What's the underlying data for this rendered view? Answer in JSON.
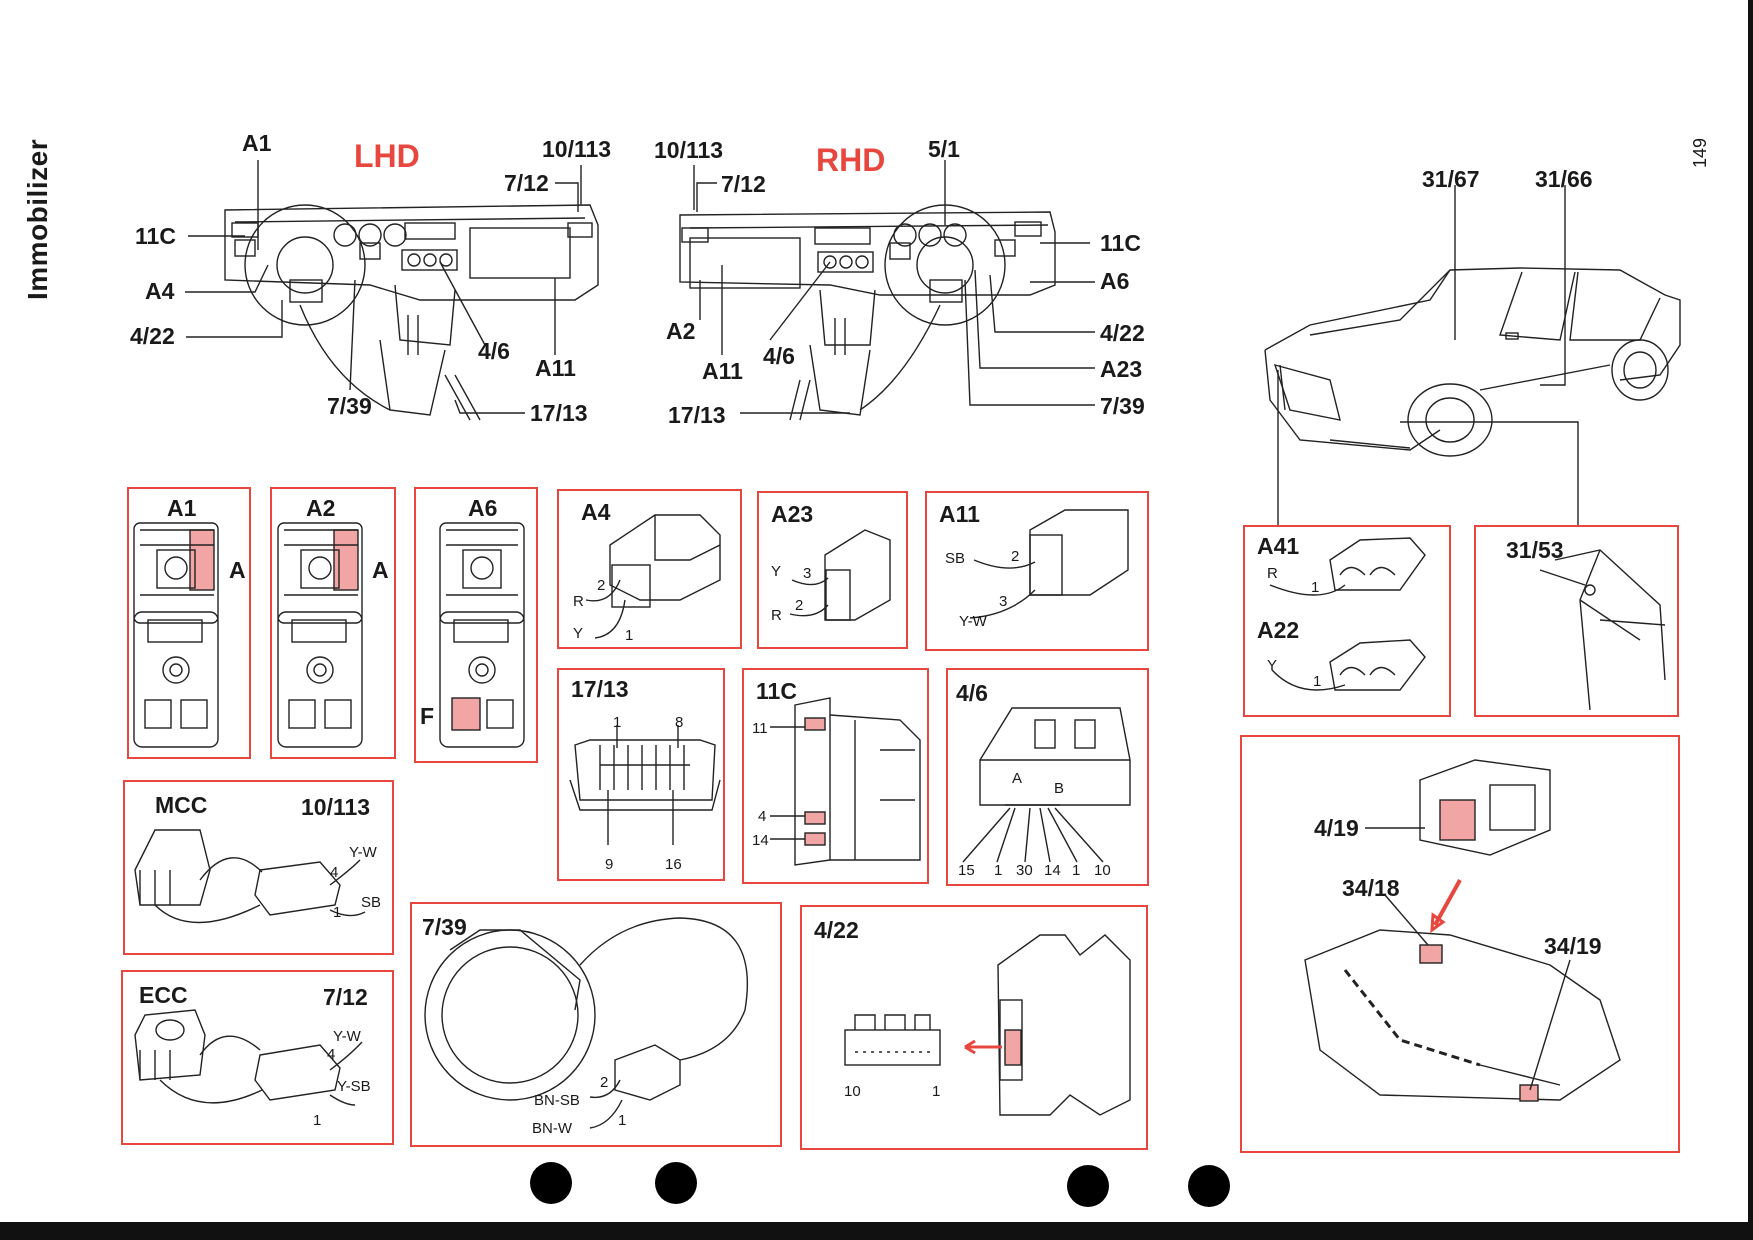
{
  "page": {
    "side_title": "Immobilizer",
    "page_number": "149"
  },
  "lhd": {
    "heading": "LHD",
    "labels": {
      "a1": "A1",
      "c11": "11C",
      "a4": "A4",
      "c422": "4/22",
      "c739": "7/39",
      "c1013": "10/113",
      "c712": "7/12",
      "c46": "4/6",
      "a11": "A11",
      "c1713": "17/13"
    }
  },
  "rhd": {
    "heading": "RHD",
    "labels": {
      "c1013": "10/113",
      "c712": "7/12",
      "c51": "5/1",
      "c11": "11C",
      "a6": "A6",
      "c422": "4/22",
      "a23": "A23",
      "c739": "7/39",
      "a2": "A2",
      "a11": "A11",
      "c46": "4/6",
      "c1713": "17/13"
    }
  },
  "car": {
    "labels": {
      "c3167": "31/67",
      "c3166": "31/66"
    }
  },
  "boxes": {
    "a1": {
      "title": "A1",
      "side": "A"
    },
    "a2": {
      "title": "A2",
      "side": "A"
    },
    "a6": {
      "title": "A6",
      "side": "F"
    },
    "a4": {
      "title": "A4",
      "pins": [
        "2",
        "1"
      ],
      "wires": [
        "R",
        "Y"
      ]
    },
    "a23": {
      "title": "A23",
      "pins": [
        "3",
        "2"
      ],
      "wires": [
        "Y",
        "R"
      ]
    },
    "a11": {
      "title": "A11",
      "pins": [
        "2",
        "3"
      ],
      "wires": [
        "SB",
        "Y-W"
      ]
    },
    "c1713": {
      "title": "17/13",
      "pins": [
        "1",
        "8",
        "9",
        "16"
      ]
    },
    "c11": {
      "title": "11C",
      "pins": [
        "11",
        "4",
        "14"
      ]
    },
    "c46": {
      "title": "4/6",
      "sections": [
        "A",
        "B"
      ],
      "pins": [
        "15",
        "1",
        "30",
        "14",
        "1",
        "10"
      ]
    },
    "mcc": {
      "title": "MCC",
      "code": "10/113",
      "pins": [
        "4",
        "1"
      ],
      "wires": [
        "Y-W",
        "SB"
      ]
    },
    "ecc": {
      "title": "ECC",
      "code": "7/12",
      "pins": [
        "4",
        "1"
      ],
      "wires": [
        "Y-W",
        "Y-SB"
      ]
    },
    "c739": {
      "title": "7/39",
      "pins": [
        "2",
        "1"
      ],
      "wires": [
        "BN-SB",
        "BN-W"
      ]
    },
    "c422": {
      "title": "4/22",
      "pins": [
        "10",
        "1"
      ]
    },
    "a41": {
      "title": "A41",
      "pin": "1",
      "wire": "R"
    },
    "a22": {
      "title": "A22",
      "pin": "1",
      "wire": "Y"
    },
    "c3153": {
      "title": "31/53"
    },
    "c419": {
      "labels": {
        "c419": "4/19",
        "c3418": "34/18",
        "c3419": "34/19"
      }
    }
  },
  "colors": {
    "accent": "#e8473f",
    "highlight": "#f2a5a5",
    "ink": "#1a1a1a"
  }
}
